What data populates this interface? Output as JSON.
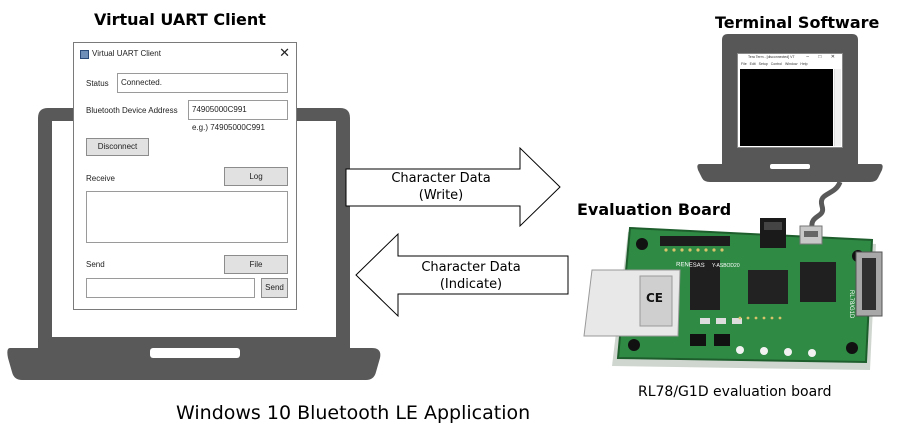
{
  "headings": {
    "left": "Virtual UART Client",
    "terminal": "Terminal Software",
    "board": "Evaluation Board",
    "bottom": "Windows 10 Bluetooth LE Application",
    "board_caption": "RL78/G1D evaluation board"
  },
  "uart_window": {
    "title": "Virtual UART Client",
    "close_symbol": "✕",
    "status_label": "Status",
    "status_value": "Connected.",
    "address_label": "Bluetooth Device Address",
    "address_value": "74905000C991",
    "address_example": "e.g.) 74905000C991",
    "disconnect_label": "Disconnect",
    "receive_label": "Receive",
    "log_label": "Log",
    "send_label": "Send",
    "file_label": "File",
    "send_button_label": "Send"
  },
  "arrows": {
    "write_line1": "Character Data",
    "write_line2": "(Write)",
    "indicate_line1": "Character Data",
    "indicate_line2": "(Indicate)"
  },
  "terminal_window": {
    "title": "Tera Term - [disconnected] VT",
    "menu": "File Edit Setup Control Window Help",
    "controls": "– □ ✕"
  },
  "board_print": {
    "brand": "RENESAS",
    "ce_mark": "CE",
    "model_top": "Y-ASBOD20",
    "model_side": "RL78/G1D"
  },
  "colors": {
    "laptop_frame": "#595959",
    "laptop_base": "#595959",
    "terminal_laptop": "#575757",
    "board_green": "#2f8a44",
    "board_dark": "#1e5e2d",
    "module_white": "#e8e8e8"
  }
}
